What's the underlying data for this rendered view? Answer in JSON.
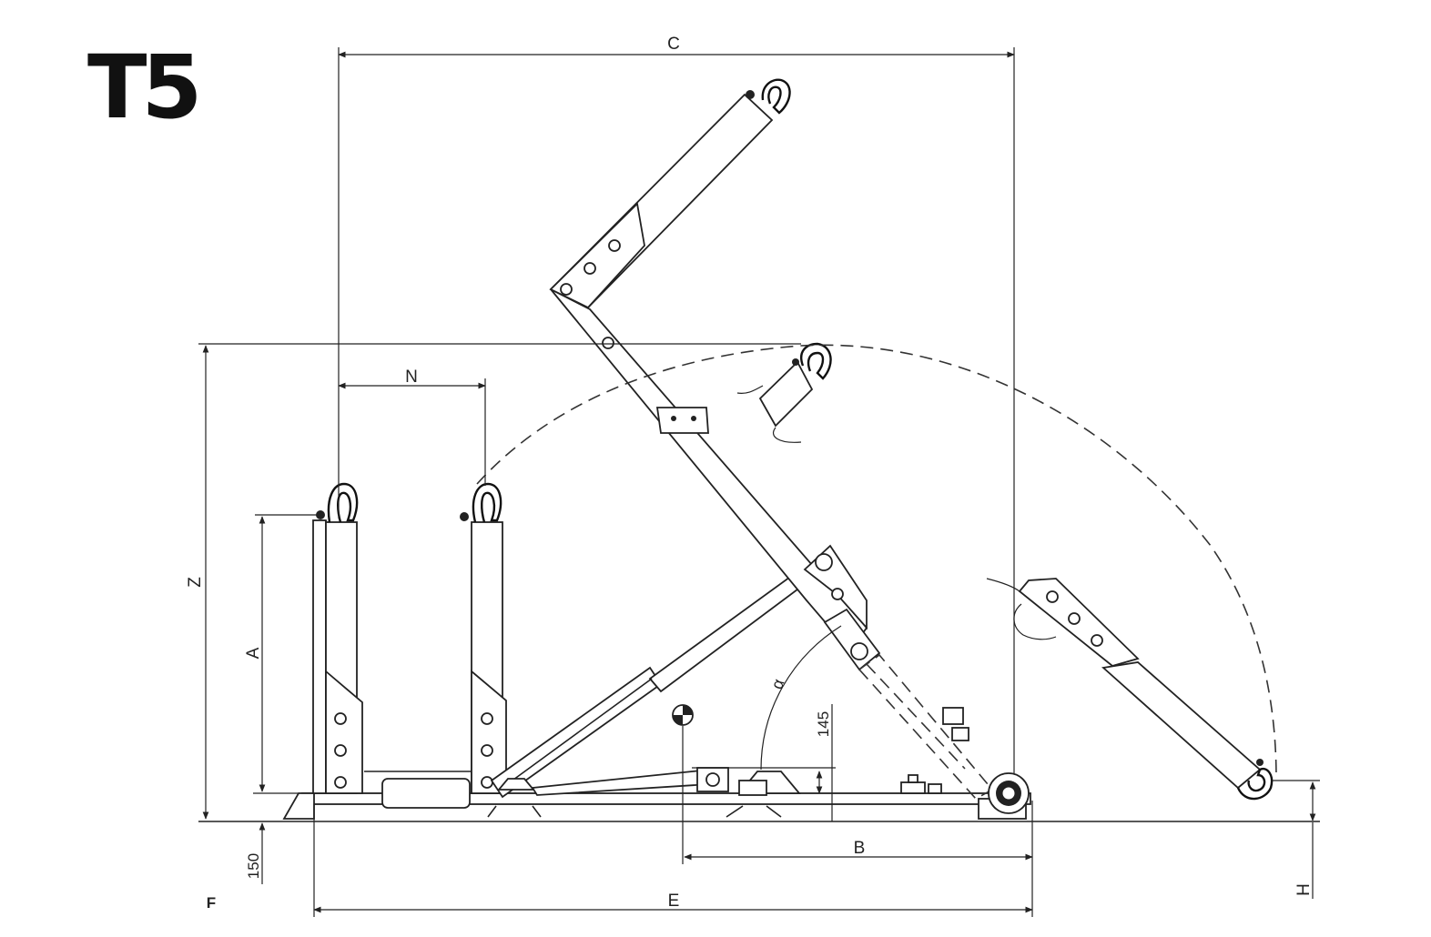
{
  "title": {
    "model": "T5"
  },
  "dimensions": {
    "C": "C",
    "N": "N",
    "Z": "Z",
    "A": "A",
    "B": "B",
    "E": "E",
    "H": "H",
    "F": "F",
    "alpha": "α",
    "d145": "145",
    "d150": "150"
  }
}
